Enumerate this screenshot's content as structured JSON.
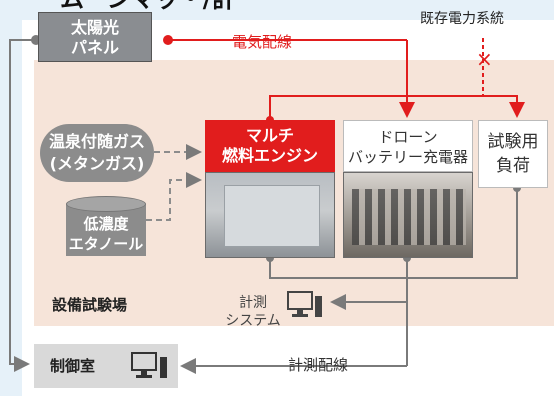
{
  "header": {
    "title_fragment": "ムーンマッ・/計"
  },
  "nodes": {
    "solar_panel": {
      "line1": "太陽光",
      "line2": "パネル"
    },
    "grid": "既存電力系統",
    "hot_spring_gas": {
      "line1": "温泉付随ガス",
      "line2": "(メタンガス)"
    },
    "ethanol": {
      "line1": "低濃度",
      "line2": "エタノール"
    },
    "engine": {
      "line1": "マルチ",
      "line2": "燃料エンジン"
    },
    "charger": {
      "line1": "ドローン",
      "line2": "バッテリー充電器"
    },
    "test_load": {
      "line1": "試験用",
      "line2": "負荷"
    },
    "test_site": "設備試験場",
    "measurement_system": {
      "line1": "計測",
      "line2": "システム"
    },
    "control_room": "制御室"
  },
  "connections": {
    "electrical_wiring": "電気配線",
    "measurement_wiring": "計測配線",
    "cut_mark": "×"
  },
  "colors": {
    "electric_red": "#e11d1d",
    "gray_line": "#7a7a7a",
    "facility_bg": "#f6e4d9",
    "light_blue_bg": "#e6f1f9",
    "node_gray": "#8c8c8c"
  }
}
